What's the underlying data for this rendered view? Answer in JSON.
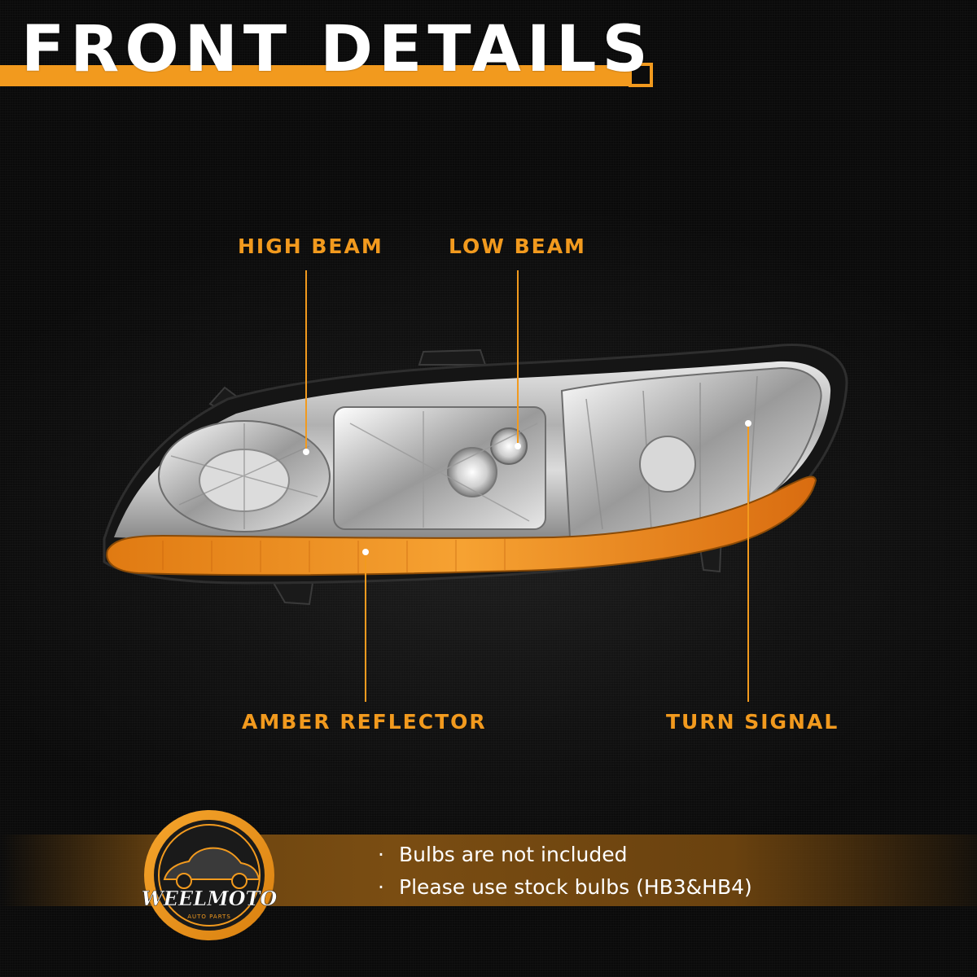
{
  "title": "FRONT DETAILS",
  "labels": {
    "high_beam": "HIGH BEAM",
    "low_beam": "LOW BEAM",
    "amber_reflector": "AMBER REFLECTOR",
    "turn_signal": "TURN SIGNAL"
  },
  "notes": [
    "Bulbs are not included",
    "Please use stock bulbs (HB3&HB4)"
  ],
  "brand": {
    "name": "WEELMOTO",
    "tagline": "AUTO PARTS"
  },
  "colors": {
    "accent": "#f29a1e",
    "background": "#0c0c0c",
    "banner": "#7a4d12"
  }
}
